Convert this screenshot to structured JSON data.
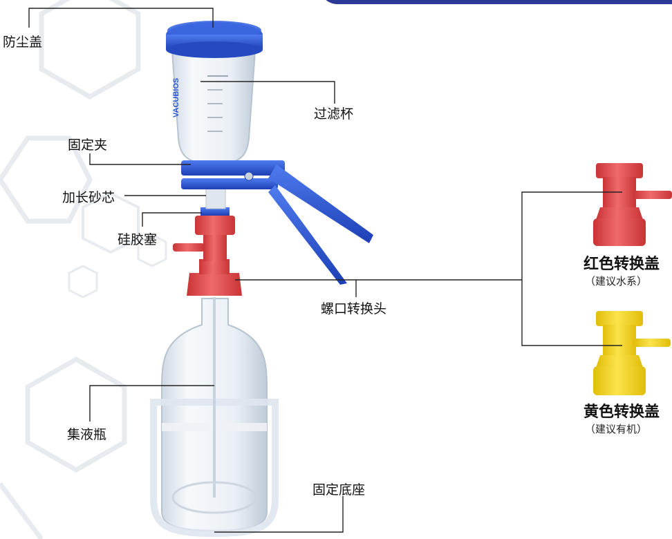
{
  "labels": {
    "dust_cap": "防尘盖",
    "filter_cup": "过滤杯",
    "clamp": "固定夹",
    "frit": "加长砂芯",
    "stopper": "硅胶塞",
    "adapter": "螺口转换头",
    "bottle": "集液瓶",
    "base": "固定底座"
  },
  "red_cap": {
    "title": "红色转换盖",
    "note": "（建议水系）",
    "color": "#e0484a"
  },
  "yellow_cap": {
    "title": "黄色转换盖",
    "note": "（建议有机）",
    "color": "#f2d21e"
  },
  "cup_brand": "VACUBIOS",
  "colors": {
    "banner": "#2b3a97",
    "clamp": "#1d3fb5",
    "dust_cap": "#2a57d6"
  }
}
